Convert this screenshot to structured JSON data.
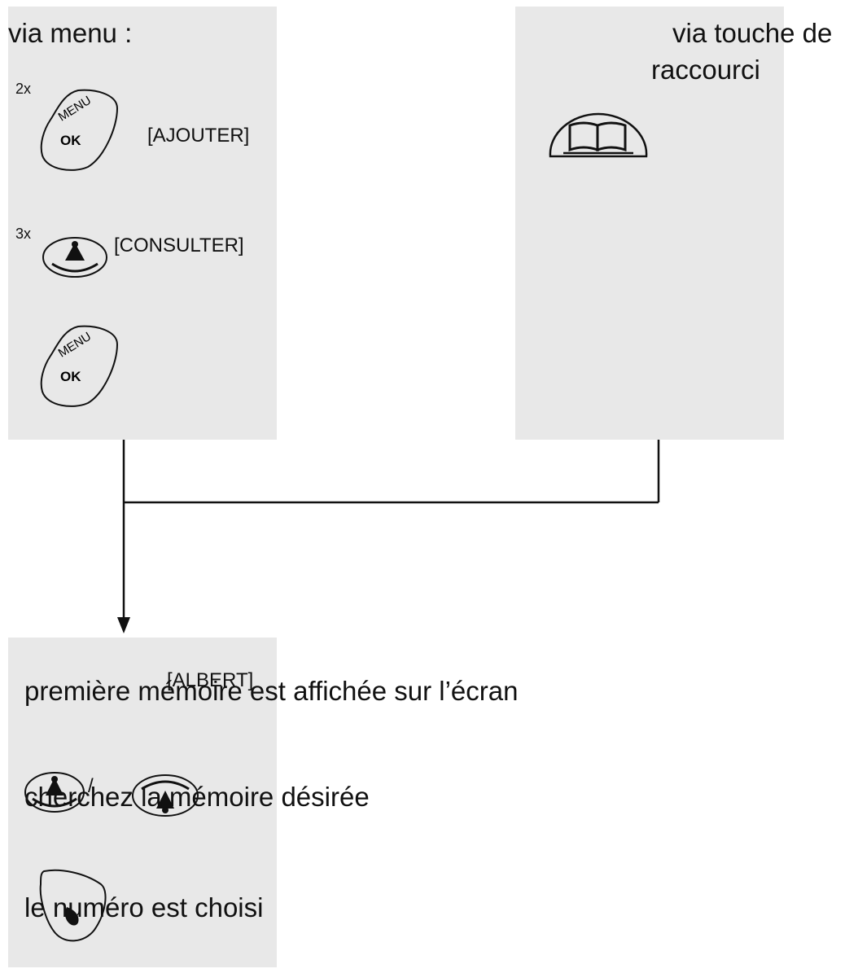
{
  "left_panel": {
    "title": "via menu :",
    "step1_count": "2x",
    "step1_key_top": "MENU",
    "step1_key_bottom": "OK",
    "step1_label": "[AJOUTER]",
    "step2_count": "3x",
    "step2_label": "[CONSULTER]",
    "step3_key_top": "MENU",
    "step3_key_bottom": "OK"
  },
  "right_panel": {
    "title_line1": "via touche de",
    "title_line2": "raccourci"
  },
  "bottom_panel": {
    "display_label": "[ALBERT]",
    "step1_text": "première mémoire est affichée sur l’écran",
    "slash": "/",
    "step2_text": "cherchez la mémoire désirée",
    "step3_text": "le numéro est choisi"
  },
  "colors": {
    "panel_bg": "#e8e8e8",
    "line": "#111111"
  }
}
